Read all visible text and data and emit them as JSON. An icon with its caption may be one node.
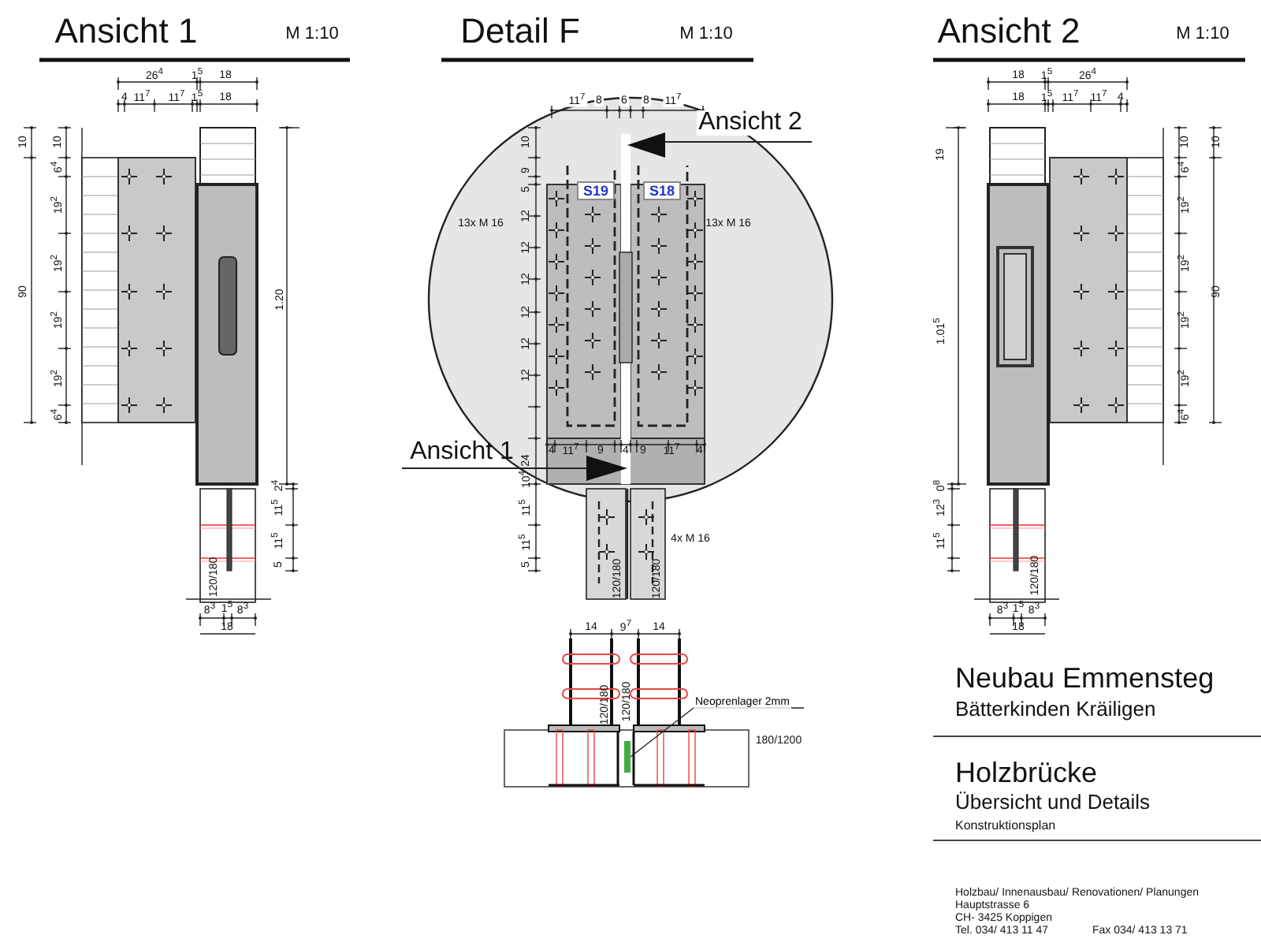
{
  "diagram": {
    "nodes": [
      {
        "text": [
          "S19"
        ]
      },
      {
        "text": [
          "S18"
        ]
      },
      {
        "text": [
          "Neoprenlager 2mm"
        ]
      },
      {
        "text": [],
        "shape": "bar"
      }
    ],
    "edges": [
      {
        "from": 2,
        "to": 3,
        "arrow": "none"
      }
    ],
    "labels": [
      "Ansicht 1",
      "M 1:10",
      "26$^{4}$",
      "1$^{5}$",
      "18",
      "4",
      "11$^{7}$",
      "11$^{7}$",
      "1$^{5}$",
      "18",
      "10",
      "90",
      "10",
      "6$^{4}$",
      "19$^{2}$",
      "19$^{2}$",
      "19$^{2}$",
      "19$^{2}$",
      "6$^{4}$",
      "1.20",
      "2$^{4}$",
      "11$^{5}$",
      "11$^{5}$",
      "5",
      "120/180",
      "8$^{3}$",
      "1$^{5}$",
      "8$^{3}$",
      "18",
      "Detail F",
      "M 1:10",
      "11$^{7}$",
      "8",
      "6",
      "8",
      "11$^{7}$",
      "Ansicht 2",
      "10",
      "9",
      "5",
      "12",
      "12",
      "12",
      "12",
      "12",
      "12",
      "13x M 16",
      "13x M 16",
      "4",
      "11$^{7}$",
      "9",
      "4",
      "9",
      "11$^{7}$",
      "4",
      "Ansicht 1",
      "24",
      "10$^{4}$",
      "11$^{5}$",
      "11$^{5}$",
      "5",
      "4x M 16",
      "120/180",
      "120/180",
      "14",
      "9$^{7}$",
      "14",
      "120/180",
      "120/180",
      "180/1200",
      "Ansicht 2",
      "M 1:10",
      "18",
      "1$^{5}$",
      "26$^{4}$",
      "18",
      "1$^{5}$",
      "11$^{7}$",
      "11$^{7}$",
      "4",
      "19",
      "1.01$^{5}$",
      "10",
      "10",
      "6$^{4}$",
      "19$^{2}$",
      "19$^{2}$",
      "19$^{2}$",
      "19$^{2}$",
      "6$^{4}$",
      "90",
      "0$^{8}$",
      "12$^{3}$",
      "11$^{5}$",
      "120/180",
      "8$^{3}$",
      "1$^{5}$",
      "8$^{3}$",
      "18",
      "Neubau Emmensteg",
      "Bätterkinden Kräiligen",
      "Holzbrücke",
      "Übersicht und Details",
      "Konstruktionsplan",
      "Holzbau/ Innenausbau/ Renovationen/ Planungen",
      "Hauptstrasse 6",
      "CH- 3425 Koppigen",
      "Tel. 034/ 413 11 47",
      "Fax 034/ 413 13 71"
    ]
  }
}
